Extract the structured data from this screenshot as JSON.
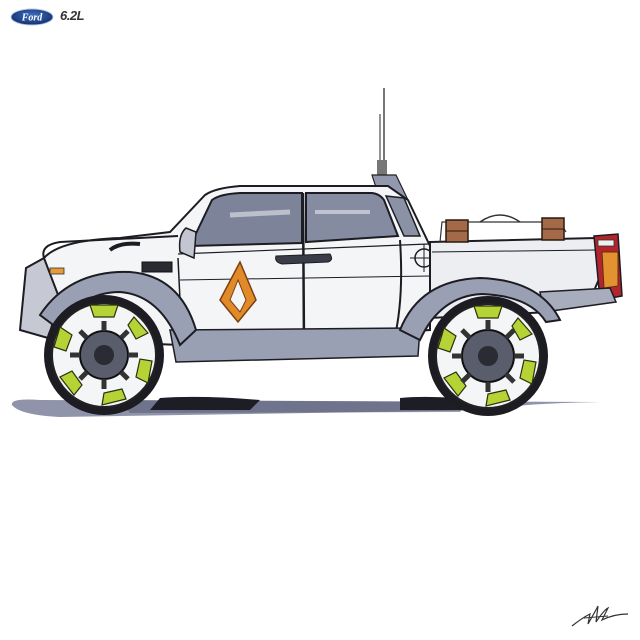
{
  "image": {
    "description": "Marker sketch of a white Ford off-road pickup truck concept in side profile",
    "subject": "Ford pickup truck concept sketch"
  },
  "branding": {
    "logo": "ford-oval-logo",
    "logo_text": "Ford",
    "engine_badge": "6.2L"
  },
  "vehicle": {
    "body_color": "#f4f5f7",
    "shade_color": "#8a90a6",
    "dark_color": "#1c1c22",
    "window_color": "#7d8398",
    "accent_wheel_color": "#b5d334",
    "door_emblem_color": "#e08a2a",
    "tail_light_color": "#b0262c",
    "roof_lights_color": "#a46a48",
    "elements": [
      "antenna",
      "roof-light-bar",
      "bed-rack",
      "door-emblem",
      "fuel-cap",
      "front-wheel",
      "rear-wheel",
      "tail-light",
      "side-mirror",
      "ground-shadow"
    ]
  },
  "signature": {
    "label": "artist-signature"
  }
}
